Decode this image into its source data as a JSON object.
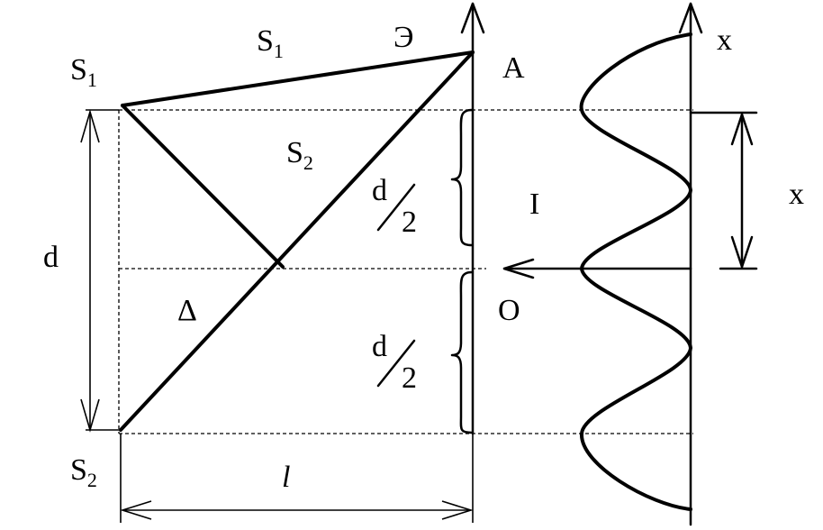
{
  "labels": {
    "s_top": "S",
    "s_top_sub": "1",
    "s1_ray": "S",
    "s1_ray_sub": "1",
    "s2_ray": "S",
    "s2_ray_sub": "2",
    "screen": "Э",
    "point_a": "A",
    "x_axis": "x",
    "x_dim": "x",
    "intensity": "I",
    "origin": "O",
    "d": "d",
    "delta": "Δ",
    "s_bottom": "S",
    "s_bottom_sub": "2",
    "length": "l",
    "half_d_num_upper": "d",
    "half_d_den_upper": "2",
    "half_d_num_lower": "d",
    "half_d_den_lower": "2"
  }
}
